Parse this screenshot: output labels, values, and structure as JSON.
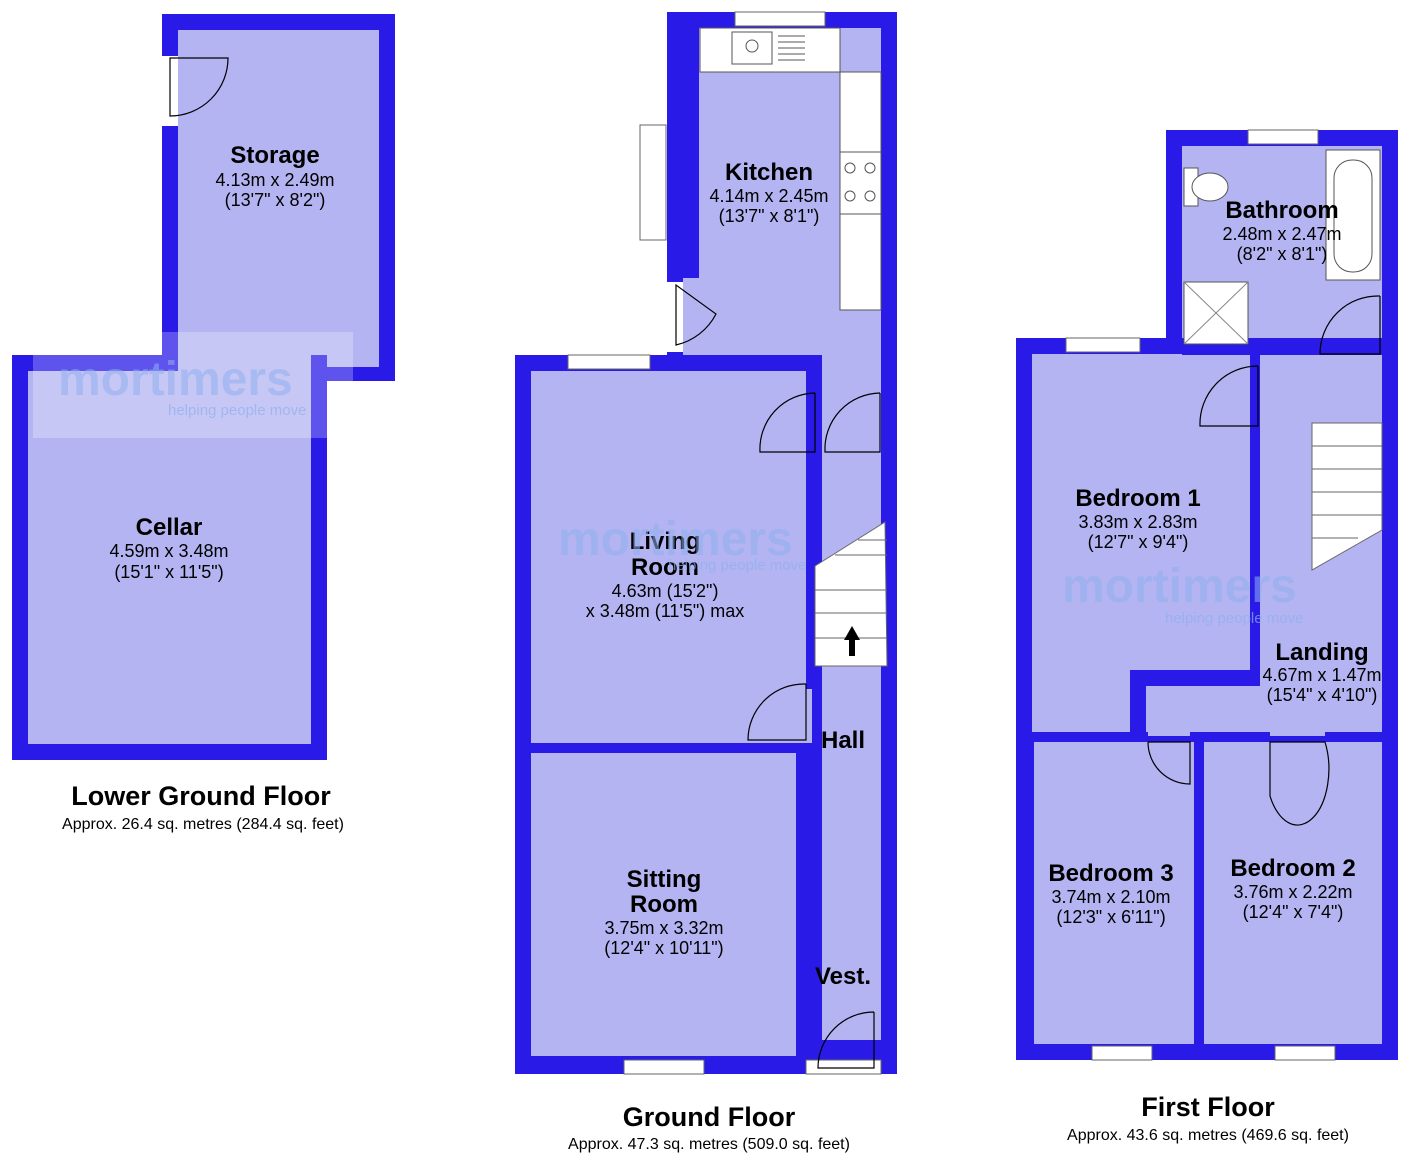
{
  "floors": {
    "lower_ground": {
      "title": "Lower Ground Floor",
      "area": "Approx. 26.4 sq. metres (284.4 sq. feet)",
      "rooms": {
        "storage": {
          "name": "Storage",
          "dim_m": "4.13m x 2.49m",
          "dim_ft": "(13'7\" x 8'2\")"
        },
        "cellar": {
          "name": "Cellar",
          "dim_m": "4.59m x 3.48m",
          "dim_ft": "(15'1\" x 11'5\")"
        }
      }
    },
    "ground": {
      "title": "Ground Floor",
      "area": "Approx. 47.3 sq. metres (509.0 sq. feet)",
      "rooms": {
        "kitchen": {
          "name": "Kitchen",
          "dim_m": "4.14m x 2.45m",
          "dim_ft": "(13'7\" x 8'1\")"
        },
        "living": {
          "name_1": "Living",
          "name_2": "Room",
          "dim_1": "4.63m (15'2\")",
          "dim_2": "x 3.48m (11'5\") max"
        },
        "sitting": {
          "name_1": "Sitting",
          "name_2": "Room",
          "dim_m": "3.75m x 3.32m",
          "dim_ft": "(12'4\" x 10'11\")"
        },
        "hall": {
          "name": "Hall"
        },
        "vest": {
          "name": "Vest."
        }
      }
    },
    "first": {
      "title": "First Floor",
      "area": "Approx. 43.6 sq. metres (469.6 sq. feet)",
      "rooms": {
        "bathroom": {
          "name": "Bathroom",
          "dim_m": "2.48m x 2.47m",
          "dim_ft": "(8'2\" x 8'1\")"
        },
        "bedroom1": {
          "name": "Bedroom 1",
          "dim_m": "3.83m x 2.83m",
          "dim_ft": "(12'7\" x 9'4\")"
        },
        "landing": {
          "name": "Landing",
          "dim_m": "4.67m x 1.47m",
          "dim_ft": "(15'4\" x 4'10\")"
        },
        "bedroom3": {
          "name": "Bedroom 3",
          "dim_m": "3.74m x 2.10m",
          "dim_ft": "(12'3\" x 6'11\")"
        },
        "bedroom2": {
          "name": "Bedroom 2",
          "dim_m": "3.76m x 2.22m",
          "dim_ft": "(12'4\" x 7'4\")"
        }
      }
    }
  },
  "watermark": {
    "brand": "mortimers",
    "tagline": "helping people move"
  },
  "colors": {
    "wall": "#2a1ae8",
    "room_fill": "#b4b4f2",
    "watermark": "#8fb0ee"
  }
}
